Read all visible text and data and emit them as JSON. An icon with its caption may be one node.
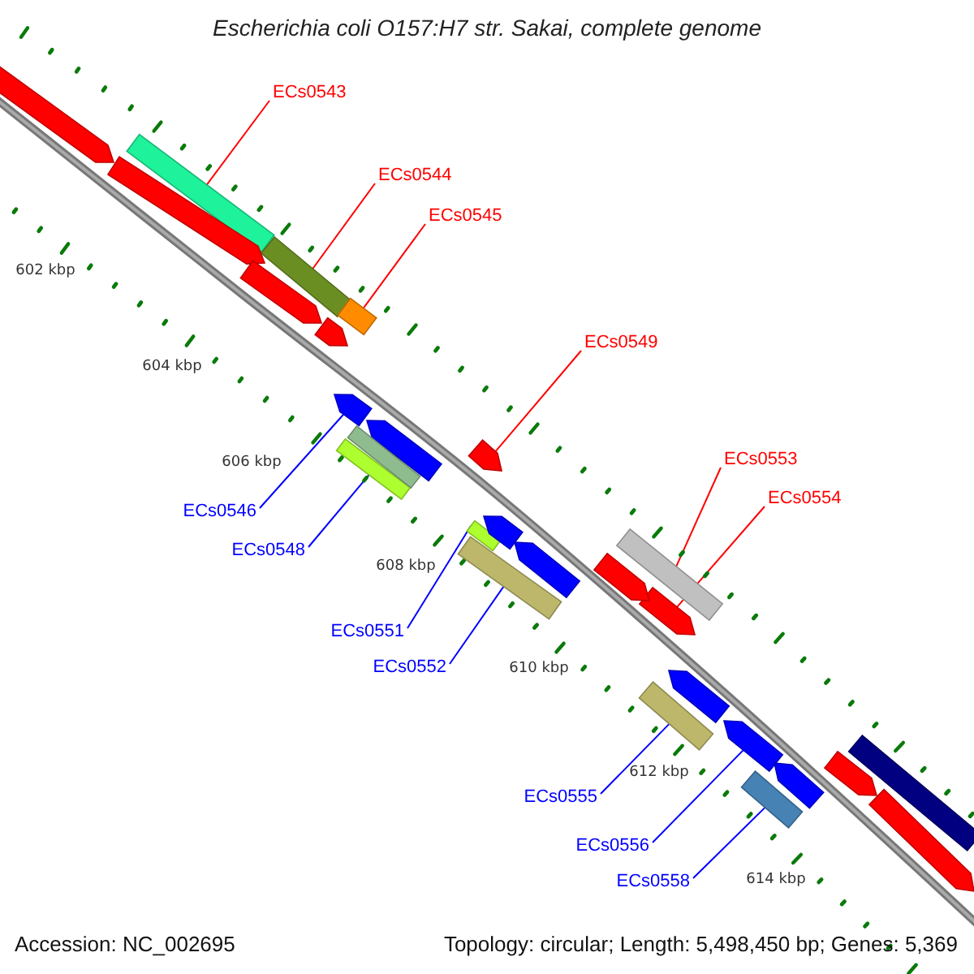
{
  "diagram": {
    "title": "Escherichia coli O157:H7 str. Sakai, complete genome",
    "nodes": [
      {
        "text": [
          "ECs0543"
        ]
      },
      {
        "text": [],
        "shape": "bar"
      },
      {
        "text": [
          "ECs0544"
        ]
      },
      {
        "text": [],
        "shape": "bar"
      },
      {
        "text": [
          "ECs0545"
        ]
      },
      {
        "text": [],
        "shape": "bar"
      },
      {
        "text": [
          "ECs0549"
        ]
      },
      {
        "text": [],
        "shape": "pentagon"
      },
      {
        "text": [
          "ECs0553"
        ]
      },
      {
        "text": [],
        "shape": "bar"
      },
      {
        "text": [
          "ECs0554"
        ]
      },
      {
        "text": [],
        "shape": "pentagon"
      },
      {
        "text": [
          "ECs0546"
        ]
      },
      {
        "text": [],
        "shape": "pentagon"
      },
      {
        "text": [
          "ECs0548"
        ]
      },
      {
        "text": [],
        "shape": "bar"
      },
      {
        "text": [
          "ECs0551"
        ]
      },
      {
        "text": [],
        "shape": "bar"
      },
      {
        "text": [
          "ECs0552"
        ]
      },
      {
        "text": [],
        "shape": "bar"
      },
      {
        "text": [
          "ECs0555"
        ]
      },
      {
        "text": [],
        "shape": "bar"
      },
      {
        "text": [
          "ECs0556"
        ]
      },
      {
        "text": [],
        "shape": "pentagon"
      },
      {
        "text": [
          "ECs0558"
        ]
      },
      {
        "text": [],
        "shape": "bar"
      },
      {
        "text": [],
        "shape": "pentagon"
      },
      {
        "text": [],
        "shape": "pentagon"
      },
      {
        "text": [],
        "shape": "pentagon"
      },
      {
        "text": [],
        "shape": "pentagon"
      },
      {
        "text": [],
        "shape": "pentagon"
      },
      {
        "text": [],
        "shape": "bar"
      },
      {
        "text": [],
        "shape": "pentagon"
      },
      {
        "text": [],
        "shape": "pentagon"
      },
      {
        "text": [],
        "shape": "pentagon"
      },
      {
        "text": [],
        "shape": "bar"
      },
      {
        "text": [],
        "shape": "pentagon"
      },
      {
        "text": [],
        "shape": "pentagon"
      },
      {
        "text": [],
        "shape": "pentagon"
      },
      {
        "text": [],
        "shape": "pentagon"
      }
    ],
    "edges": [
      {
        "from": 0,
        "to": 1,
        "arrow": "none",
        "color": "#ff0000"
      },
      {
        "from": 2,
        "to": 3,
        "arrow": "none",
        "color": "#ff0000"
      },
      {
        "from": 4,
        "to": 5,
        "arrow": "none",
        "color": "#ff0000"
      },
      {
        "from": 6,
        "to": 7,
        "arrow": "none",
        "color": "#ff0000"
      },
      {
        "from": 8,
        "to": 9,
        "arrow": "none",
        "color": "#ff0000"
      },
      {
        "from": 10,
        "to": 11,
        "arrow": "none",
        "color": "#ff0000"
      },
      {
        "from": 12,
        "to": 13,
        "arrow": "none",
        "color": "#0000ff"
      },
      {
        "from": 14,
        "to": 15,
        "arrow": "none",
        "color": "#0000ff"
      },
      {
        "from": 16,
        "to": 17,
        "arrow": "none",
        "color": "#0000ff"
      },
      {
        "from": 18,
        "to": 19,
        "arrow": "none",
        "color": "#0000ff"
      },
      {
        "from": 20,
        "to": 21,
        "arrow": "none",
        "color": "#0000ff"
      },
      {
        "from": 22,
        "to": 23,
        "arrow": "none",
        "color": "#0000ff"
      },
      {
        "from": 24,
        "to": 25,
        "arrow": "none",
        "color": "#0000ff"
      }
    ],
    "labels": [
      "602 kbp",
      "604 kbp",
      "606 kbp",
      "608 kbp",
      "610 kbp",
      "612 kbp",
      "614 kbp",
      "Accession: NC_002695",
      "Topology: circular; Length: 5,498,450 bp; Genes: 5,369"
    ]
  }
}
